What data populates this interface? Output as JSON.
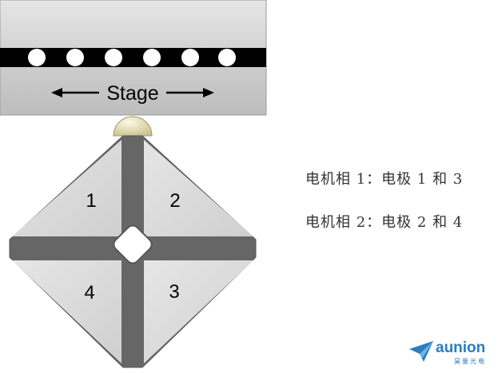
{
  "stage": {
    "label": "Stage"
  },
  "electrodes": [
    {
      "id": "1",
      "label": "1"
    },
    {
      "id": "2",
      "label": "2"
    },
    {
      "id": "3",
      "label": "3"
    },
    {
      "id": "4",
      "label": "4"
    }
  ],
  "phases": [
    {
      "text": "电机相 1：电极 1 和 3"
    },
    {
      "text": "电机相 2：电极 2 和 4"
    }
  ],
  "logo": {
    "word": "aunion",
    "subtitle": "昊量光电"
  },
  "colors": {
    "stage_fill": "#d4d4d4",
    "rail": "#000000",
    "electrode_fill": "#d9d9d9",
    "electrode_gap": "#666666",
    "tip": "#e8e4b8",
    "brand": "#2a7dc0"
  }
}
